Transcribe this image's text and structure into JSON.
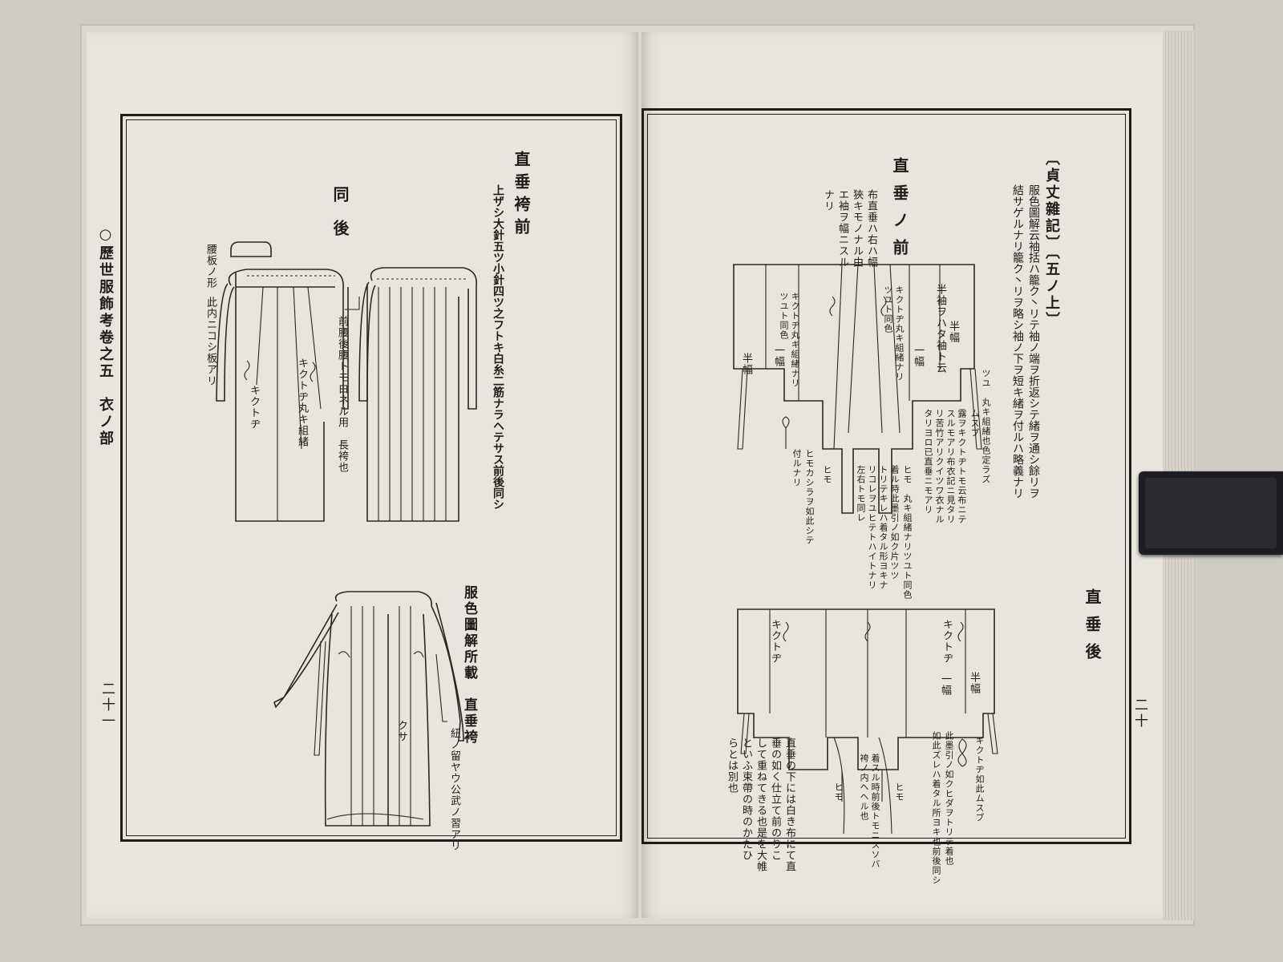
{
  "left_page": {
    "margin_title": "○歷世服飾考卷之五　衣ノ部",
    "page_number": "二十一",
    "fig1": {
      "title": "直垂袴前",
      "note": "上ザシ大針五ツ小針四ツ之フトキ白糸二筋ナラヘテサス前後同シ",
      "rear_title": "同後",
      "label_board": "腰板ノ形",
      "label_board_note": "此内ニコシ板アリ",
      "label_kikutoji": "キクトヂ",
      "label_kikutoji_cord": "キクトヂ丸キ組緒",
      "label_waist": "前腰後腰トモ白ネル用",
      "label_long": "長袴也"
    },
    "fig2": {
      "source": "服色圖解所載　直垂袴",
      "note": "紐ノ留ヤウ公武ノ習アリ",
      "label_kusa": "クサ"
    }
  },
  "right_page": {
    "page_number": "二十",
    "header": "〔貞丈雜記〕〔五ノ上〕",
    "text_col1": "服色圖解云袖括ハ籠ク丶リテ袖ノ端ヲ折返シテ緒ヲ通シ餘リヲ",
    "text_col2": "結サゲルナリ籠ク丶リヲ略シ袖ノ下ヲ短キ緒ヲ付ルハ略義ナリ",
    "fig1": {
      "title": "直垂ノ前",
      "desc1": "布直垂ハ右ハ幅",
      "desc2": "狹キモノナル由",
      "desc3": "エ袖ヲ幅ニスル",
      "desc4": "ナリ",
      "label_half_sleeve_note": "半袖ヲハタ袖ト云",
      "label_half_width": "半幅",
      "label_one_width": "一幅",
      "label_kikutoji_a": "キクトヂ丸キ組緒ナリ",
      "label_tsuyu_a": "ツユト同色",
      "label_kikutoji_b": "キクトヂ丸キ組緒ナリ",
      "label_tsuyu_b": "ツユト同色",
      "label_one_width_b": "一幅",
      "label_half_width_b": "半幅",
      "label_tsuyu_cord": "ツユ　丸キ組緒也色定ラズ",
      "label_tie": "ムスブ",
      "label_cloth": "露ヲキクトヂトモ云布ニテ",
      "label_cloth2": "スルモアリ布衣記ニ見タリ",
      "label_cloth3": "リ苦竹アリクイツワ衣ナル",
      "label_cloth4": "タリヨロ已直垂ニモアリ",
      "label_himo": "ヒモ",
      "label_himo_cord": "ヒモ　丸キ組緒ナリツユト同色",
      "label_wear1": "着ル時此墨引ノ如ク片ツツ",
      "label_wear2": "トリテキレハ着タル形ヨキナ",
      "label_wear3": "リコレヲユヒテトハイトナリ",
      "label_wear4": "左右トモ同レ",
      "label_tie_note": "ヒモカシラヲ如此シテ",
      "label_tie_note2": "付ルナリ"
    },
    "fig2": {
      "title": "直垂後",
      "label_kikutoji_a": "キクトヂ",
      "label_kikutoji_b": "キクトヂ",
      "label_half_width": "半幅",
      "label_one_width": "一幅",
      "label_himo_a": "ヒモ",
      "label_himo_b": "ヒモ",
      "label_tie": "キクトヂ如此ムスブ",
      "label_note1": "此墨引ノ如クヒダヲトリテ着也",
      "label_note2": "如此ズレハ着タル所ヨキ也前後同シ",
      "label_wear": "着スル時前後トモニスソバ",
      "label_wear2": "袴ノ内ヘヘル也",
      "caption1": "直垂の下には白き布にて直",
      "caption2": "垂の如く仕立て前のりこ",
      "caption3": "して重ねてきる也是を大帷",
      "caption4": "といふ束帶の時のかたひ",
      "caption5": "らとは別也"
    }
  }
}
